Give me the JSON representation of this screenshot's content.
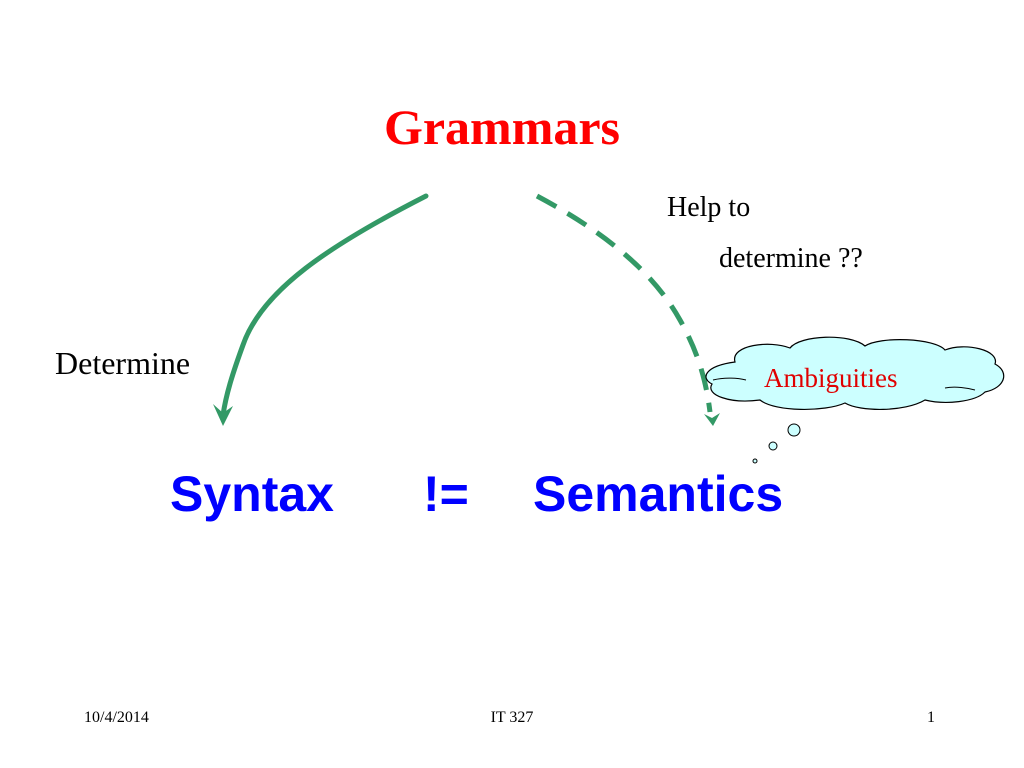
{
  "slide": {
    "title": "Grammars",
    "left_arrow_label": "Determine",
    "right_arrow_label_line1": "Help to",
    "right_arrow_label_line2": "determine ??",
    "thought_bubble": "Ambiguities",
    "equation": {
      "left": "Syntax",
      "operator": "!=",
      "right": "Semantics"
    }
  },
  "footer": {
    "date": "10/4/2014",
    "course": "IT 327",
    "page_number": "1"
  },
  "colors": {
    "title": "#ff0000",
    "equation": "#0000ff",
    "arrow": "#339966",
    "bubble_fill": "#ccffff",
    "bubble_text": "#e00000"
  }
}
